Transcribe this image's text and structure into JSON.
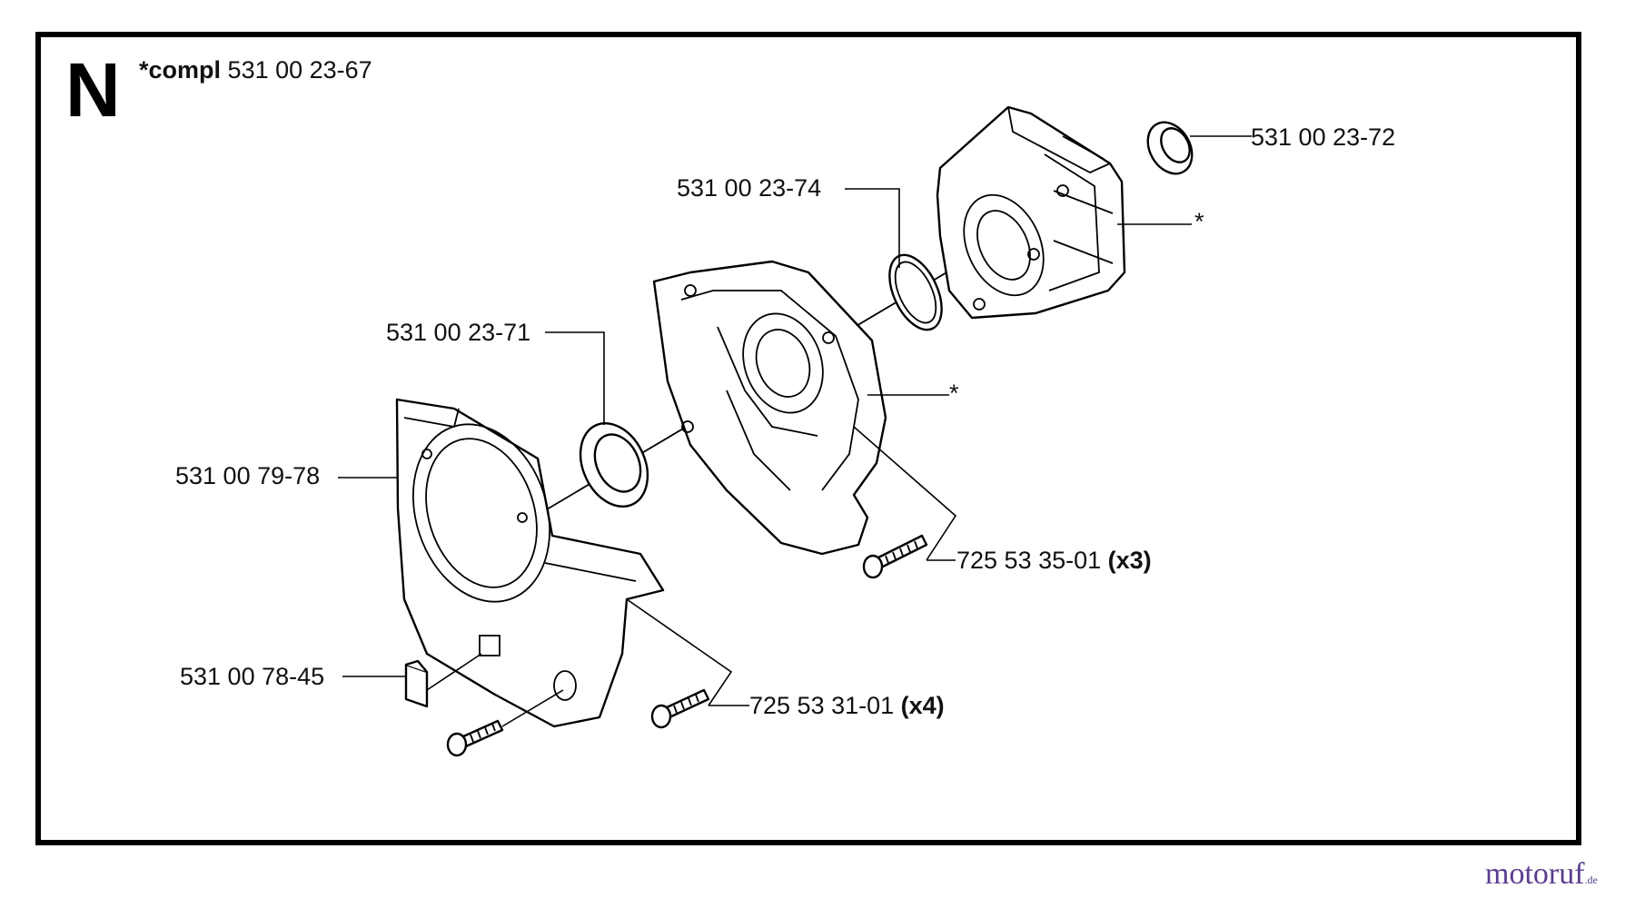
{
  "section_letter": "N",
  "assembly": {
    "prefix": "*compl",
    "number": "531 00 23-67"
  },
  "labels": {
    "p_531_00_23_72": "531 00 23-72",
    "p_531_00_23_74": "531 00 23-74",
    "p_531_00_23_71": "531 00 23-71",
    "p_531_00_79_78": "531 00 79-78",
    "p_531_00_78_45": "531 00 78-45",
    "p_725_53_35_01": "725 53 35-01",
    "p_725_53_35_01_qty": "(x3)",
    "p_725_53_31_01": "725 53 31-01",
    "p_725_53_31_01_qty": "(x4)",
    "star_a": "*",
    "star_b": "*"
  },
  "watermark": {
    "text": "motoruf",
    "suffix": ".de"
  }
}
